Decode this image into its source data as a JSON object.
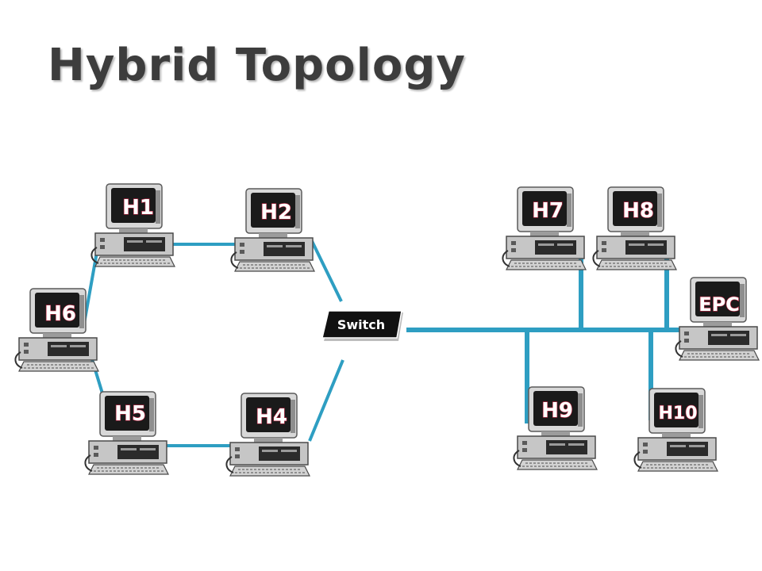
{
  "title": "Hybrid Topology",
  "switch_label": "Switch",
  "colors": {
    "link": "#2e9ec2",
    "title": "#3d3d3d",
    "label_glow": "#b82440"
  },
  "icon": "desktop-computer-icon",
  "hosts": [
    {
      "id": "h1",
      "label": "H1"
    },
    {
      "id": "h2",
      "label": "H2"
    },
    {
      "id": "h6",
      "label": "H6"
    },
    {
      "id": "h5",
      "label": "H5"
    },
    {
      "id": "h4",
      "label": "H4"
    },
    {
      "id": "h7",
      "label": "H7"
    },
    {
      "id": "h8",
      "label": "H8"
    },
    {
      "id": "epc",
      "label": "EPC"
    },
    {
      "id": "h9",
      "label": "H9"
    },
    {
      "id": "h10",
      "label": "H10"
    }
  ]
}
